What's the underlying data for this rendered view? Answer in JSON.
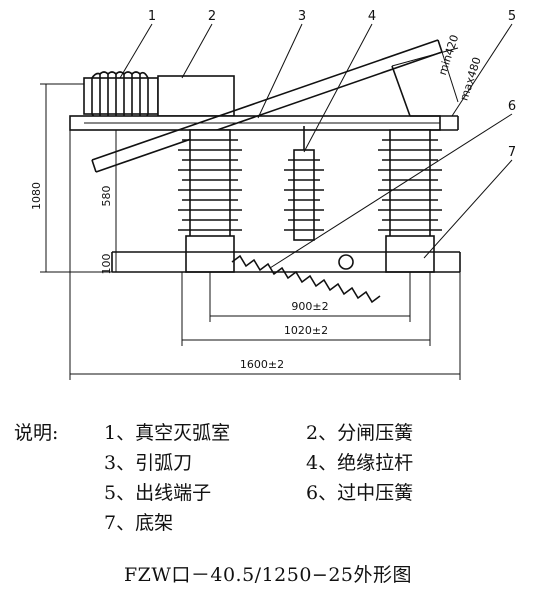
{
  "callouts": [
    "1",
    "2",
    "3",
    "4",
    "5",
    "6",
    "7"
  ],
  "dimensions": {
    "height_total": "1080",
    "height_insulator": "580",
    "height_base": "100",
    "stroke_min": "min420",
    "stroke_max": "max480",
    "span_900": "900±2",
    "span_1020": "1020±2",
    "span_1600": "1600±2"
  },
  "legend": {
    "heading": "说明:",
    "items": [
      "1、真空灭弧室",
      "2、分闸压簧",
      "3、引弧刀",
      "4、绝缘拉杆",
      "5、出线端子",
      "6、过中压簧",
      "7、底架"
    ]
  },
  "title": "FZW口－40.5/1250−25外形图",
  "colors": {
    "ink": "#111111",
    "paper": "#ffffff"
  }
}
